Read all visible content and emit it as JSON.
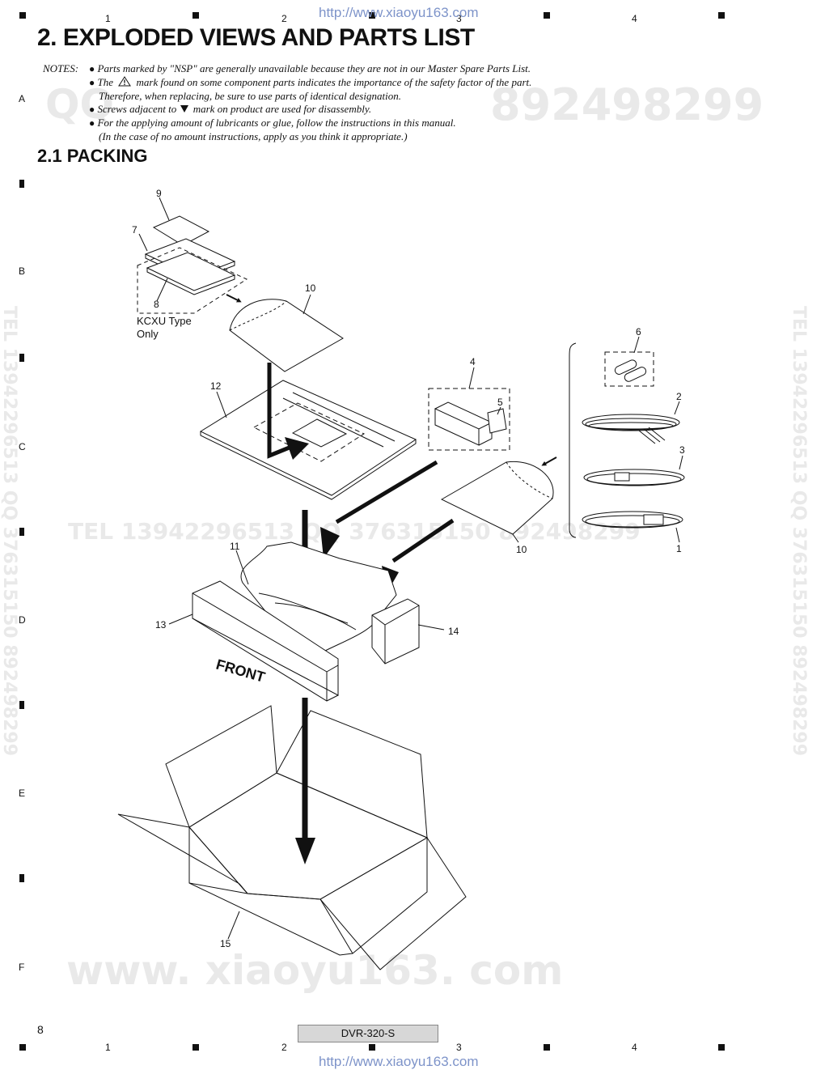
{
  "header": {
    "url": "http://www.xiaoyu163.com",
    "column_numbers": [
      "1",
      "2",
      "3",
      "4"
    ],
    "row_letters": [
      "A",
      "B",
      "C",
      "D",
      "E",
      "F"
    ]
  },
  "title": "2. EXPLODED VIEWS AND PARTS LIST",
  "notes": {
    "label": "NOTES:",
    "lines": [
      "Parts marked by \"NSP\" are generally unavailable because they are not in our Master Spare Parts List.",
      "The",
      "mark found on some component parts indicates the importance of the safety factor of the part.",
      "Therefore, when replacing, be sure to use parts of identical designation.",
      "Screws adjacent to",
      "mark on product are used for disassembly.",
      "For the applying amount of lubricants or glue, follow the instructions in this manual.",
      "(In the case of no amount instructions, apply as you think it appropriate.)"
    ]
  },
  "section": "2.1  PACKING",
  "watermarks": {
    "qq": "QQ",
    "number": "892498299",
    "tel_line": "TEL  13942296513      QQ  376315150  892498299",
    "vertical": "TEL 13942296513  QQ 376315150  892498299",
    "site": "www. xiaoyu163. com"
  },
  "diagram": {
    "callouts": [
      "9",
      "7",
      "8",
      "10",
      "12",
      "4",
      "5",
      "6",
      "2",
      "3",
      "10",
      "1",
      "11",
      "13",
      "14",
      "15"
    ],
    "kcxu_note_line1": "KCXU Type",
    "kcxu_note_line2": "Only",
    "front_label": "FRONT"
  },
  "footer": {
    "page_number": "8",
    "model": "DVR-320-S",
    "url": "http://www.xiaoyu163.com"
  }
}
